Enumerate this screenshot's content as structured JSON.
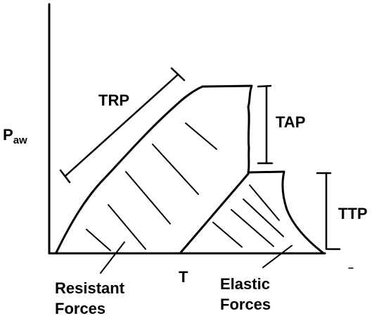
{
  "diagram": {
    "y_axis_label": {
      "main": "P",
      "subscript": "aw"
    },
    "x_axis_label": "T",
    "brackets": {
      "trp": "TRP",
      "tap": "TAP",
      "ttp": "TTP"
    },
    "region_labels": {
      "resistant": {
        "line1": "Resistant",
        "line2": "Forces"
      },
      "elastic": {
        "line1": "Elastic",
        "line2": "Forces"
      }
    },
    "ink_color": "#000000",
    "background_color": "#ffffff"
  }
}
